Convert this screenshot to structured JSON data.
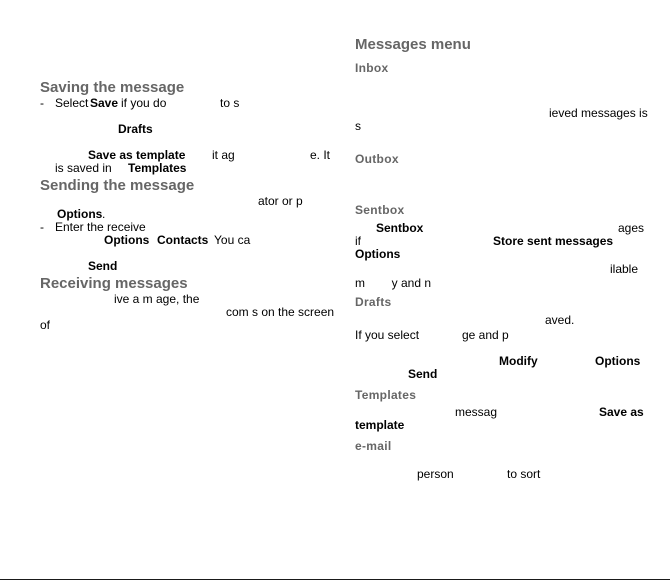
{
  "left": {
    "h_saving": "Saving the message",
    "s1": "-",
    "s1a": "Select",
    "s1b": "Save",
    "s1c": "if  you  do",
    "s1d": "to  s",
    "s2": "Drafts",
    "s3a": "Save as template",
    "s3b": "it ag",
    "s3c": "e. It",
    "s4a": "is saved in",
    "s4b": "Templates",
    "h_sending": "Sending the message",
    "n1": "ator  or  p",
    "n2a": "Options",
    "n2b": ".",
    "n3a": "-",
    "n3b": "Enter the receive",
    "n4a": "Options",
    "n4b": "Contacts",
    "n4c": "You  ca",
    "n5": "Send",
    "h_receiving": "Receiving messages",
    "r1": "ive a m     age, the",
    "r2": "com  s on the screen",
    "r3": "of"
  },
  "right": {
    "h_menu": "Messages menu",
    "h_inbox": "Inbox",
    "i1": "ieved messages is",
    "i2": "s",
    "h_outbox": "Outbox",
    "h_sentbox": "Sentbox",
    "sb1a": "Sentbox",
    "sb1b": "ages",
    "sb2a": "if",
    "sb2b": "Store  sent  messages",
    "sb3": "Options",
    "sb4": "ilable",
    "sb5": "m        y and n",
    "h_drafts": "Drafts",
    "d1": "aved.",
    "d2a": "If you select",
    "d2b": "ge and p",
    "d3a": "Modify",
    "d3b": "Options",
    "d4": "Send",
    "h_templates": "Templates",
    "t1a": "messag",
    "t1b": "Save  as",
    "t2": "template",
    "h_email": "e-mail",
    "e1a": "person",
    "e1b": "to sort"
  }
}
